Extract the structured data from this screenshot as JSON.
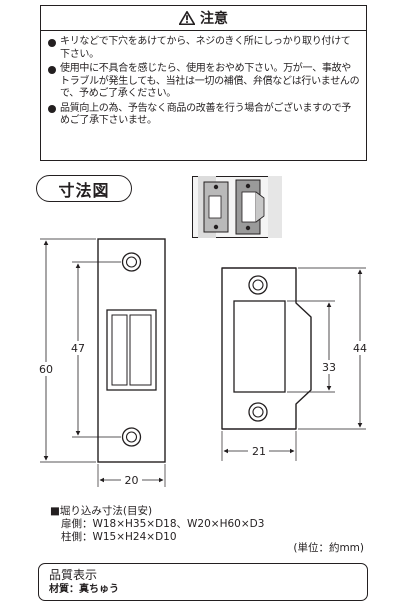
{
  "caution": {
    "title": "注意",
    "items": [
      "キリなどで下穴をあけてから、ネジのきく所にしっかり取り付けて下さい。",
      "使用中に不具合を感じたら、使用をおやめ下さい。万が一、事故やトラブルが発生しても、当社は一切の補償、弁償などは行いませんので、予めご了承ください。",
      "品質向上の為、予告なく商品の改善を行う場合がございますので予めご了承下さいませ。"
    ]
  },
  "diagram": {
    "title": "寸法図",
    "left_part": {
      "height_total": "60",
      "hole_pitch": "47",
      "width": "20"
    },
    "right_part": {
      "height_total": "44",
      "opening": "33",
      "width": "21"
    }
  },
  "spec": {
    "heading": "■堀り込み寸法(目安)",
    "door_side": "扉側：W18×H35×D18、W20×H60×D3",
    "pillar_side": "柱側：W15×H24×D10",
    "unit": "(単位：約mm)"
  },
  "quality": {
    "title": "品質表示",
    "material": "材質：真ちゅう"
  },
  "colors": {
    "ink": "#231f20",
    "plate": "#ffffff"
  }
}
